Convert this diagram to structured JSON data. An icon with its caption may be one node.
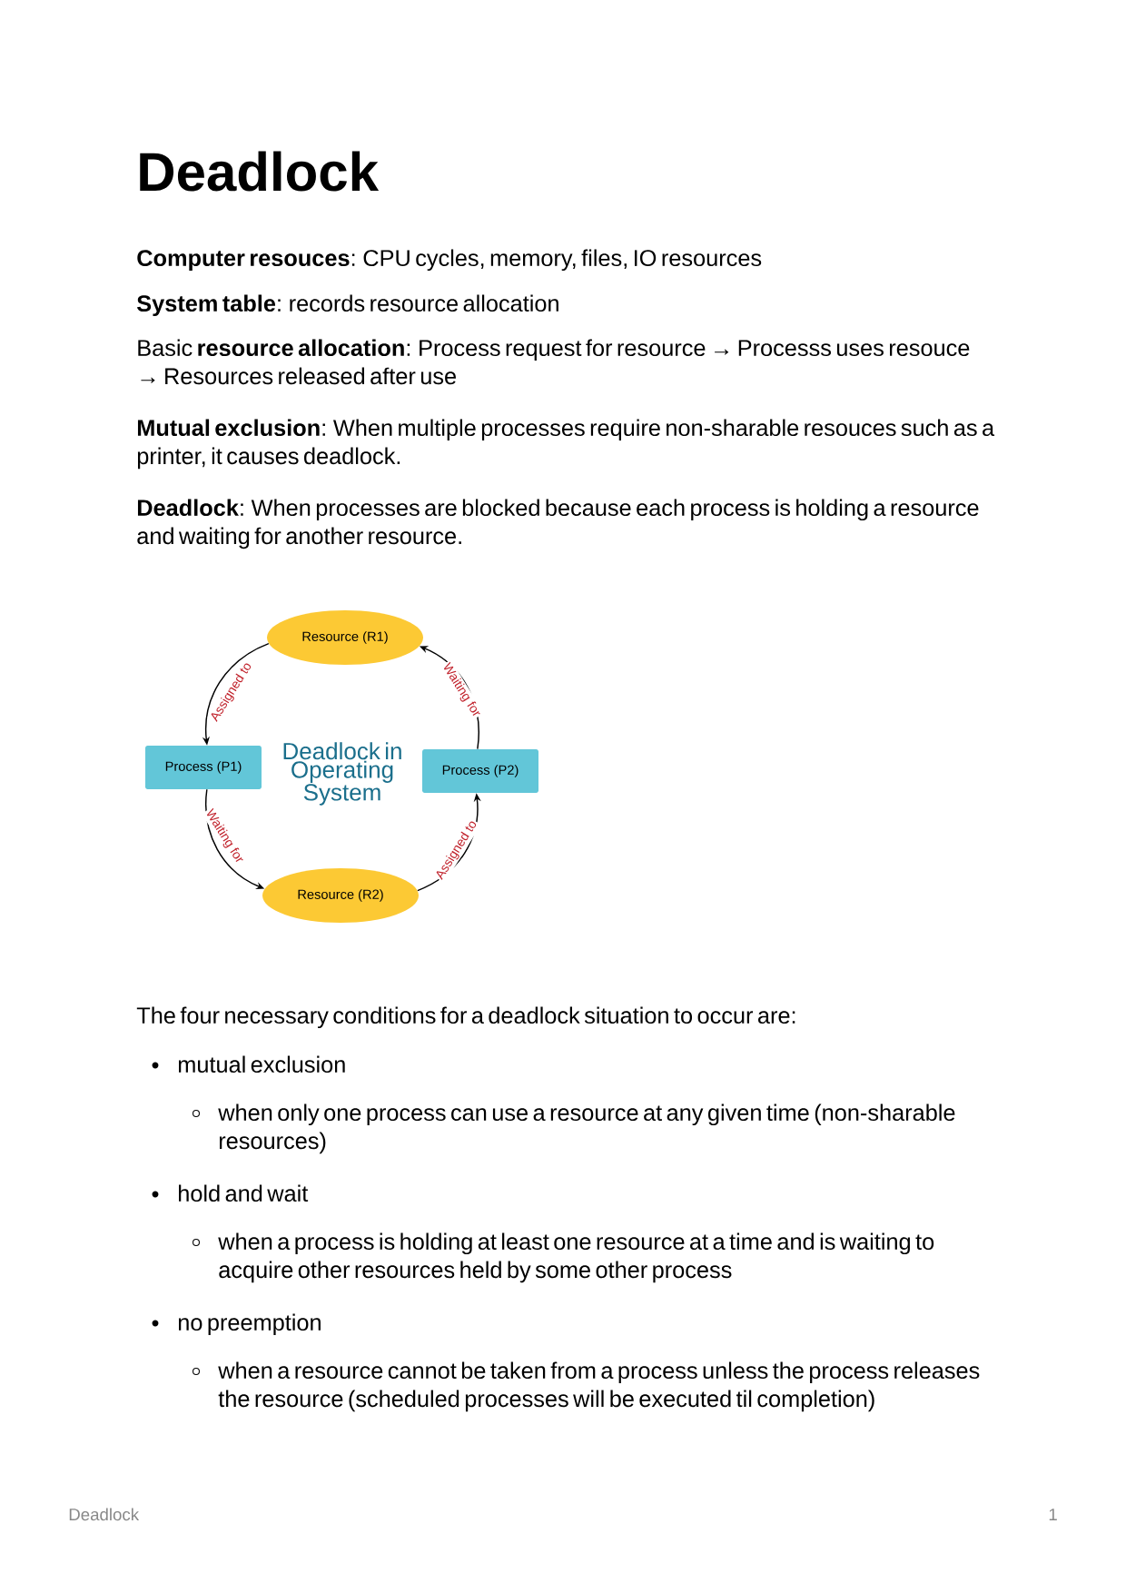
{
  "diagram": {
    "title": "Deadlock",
    "nodes": [
      {
        "text": [
          "Resource (R1)"
        ]
      },
      {
        "text": [
          "Process (P1)"
        ]
      },
      {
        "text": [
          "Process (P2)"
        ]
      },
      {
        "text": [
          "Resource (R2)"
        ]
      }
    ],
    "edges": [
      {
        "from": 0,
        "to": 1,
        "arrow": "to",
        "label": "Assigned to"
      },
      {
        "from": 1,
        "to": 3,
        "arrow": "to",
        "label": "Waiting for"
      },
      {
        "from": 3,
        "to": 2,
        "arrow": "to",
        "label": "Assigned to"
      },
      {
        "from": 2,
        "to": 0,
        "arrow": "to",
        "label": "Waiting for"
      }
    ],
    "labels": [
      "**Computer resouces**: CPU cycles, memory, files, IO resources",
      "**System table**: records resource allocation",
      "Basic **resource allocation**: Process request for resource → Processs uses resouce → Resources released after use",
      "**Mutual exclusion**: When multiple processes require non-sharable resouces such as a printer, it causes deadlock.",
      "**Deadlock**: When processes are blocked because each process is holding a resource and waiting for another resource.",
      "Deadlock in Operating System",
      "The four necessary conditions for a deadlock situation to occur are:",
      "mutual exclusion",
      "when only one process can use a resource at any given time (non-sharable resources)",
      "hold and wait",
      "when a process is holding at least one resource at a time and is waiting to acquire other resources held by some other process",
      "no preemption",
      "when a resource cannot be taken from a process unless the process releases the resource (scheduled processes will be executed til completion)",
      "Deadlock",
      "1"
    ]
  }
}
